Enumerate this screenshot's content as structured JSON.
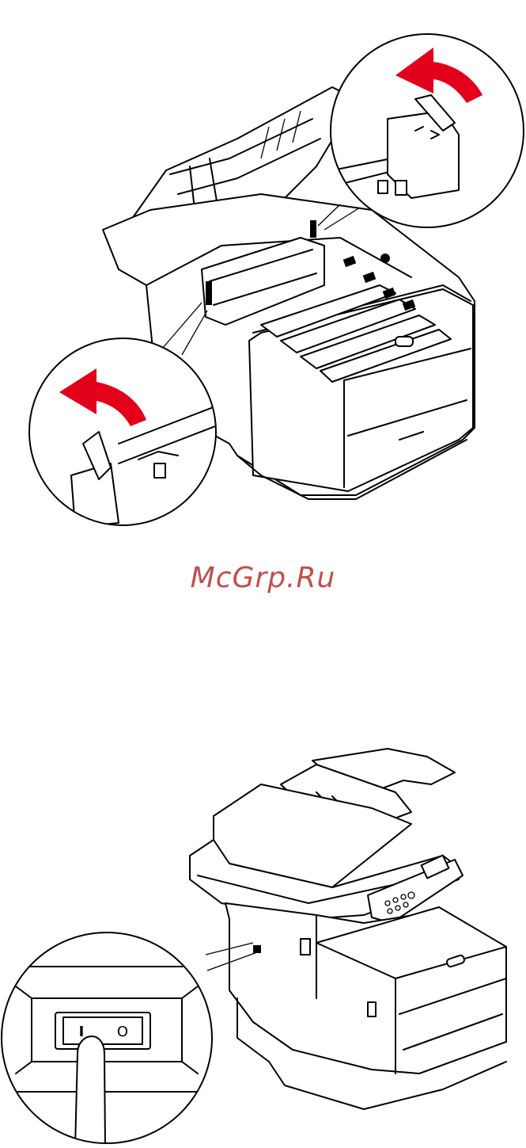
{
  "watermark": {
    "text": "McGrp.Ru",
    "color": "#c0504d"
  },
  "colors": {
    "line": "#000000",
    "arrow": "#e3001b",
    "background": "#ffffff"
  },
  "figures": [
    {
      "name": "printer-open-fuser-levers",
      "icons": [
        "curved-arrow-icon",
        "curved-arrow-icon"
      ]
    },
    {
      "name": "printer-power-switch",
      "icons": [
        "power-switch-icon",
        "finger-icon"
      ],
      "switch": {
        "on_symbol": "I",
        "off_symbol": "O"
      }
    }
  ]
}
